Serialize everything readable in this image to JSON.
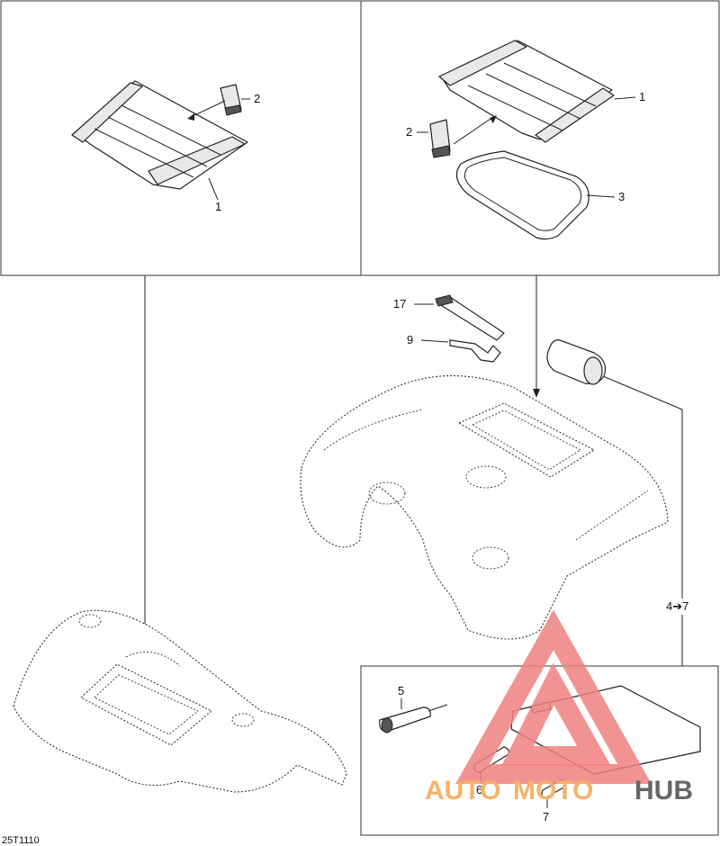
{
  "diagram_code": "25T1110",
  "callouts": {
    "tl_rack": "1",
    "tl_clip": "2",
    "tr_rack": "1",
    "tr_clip": "2",
    "tr_gasket": "3",
    "mid_strap": "17",
    "mid_wrench": "9",
    "right_range": "4➔7",
    "kit_screwdriver": "5",
    "kit_fuse_6": "6",
    "kit_fuse_7": "7"
  },
  "watermark": {
    "part1": "AUTO",
    "part2": "MOTO",
    "part3": "HUB",
    "color_orange": "#f6b26b",
    "color_red": "#f08080",
    "color_gray": "#666666"
  }
}
